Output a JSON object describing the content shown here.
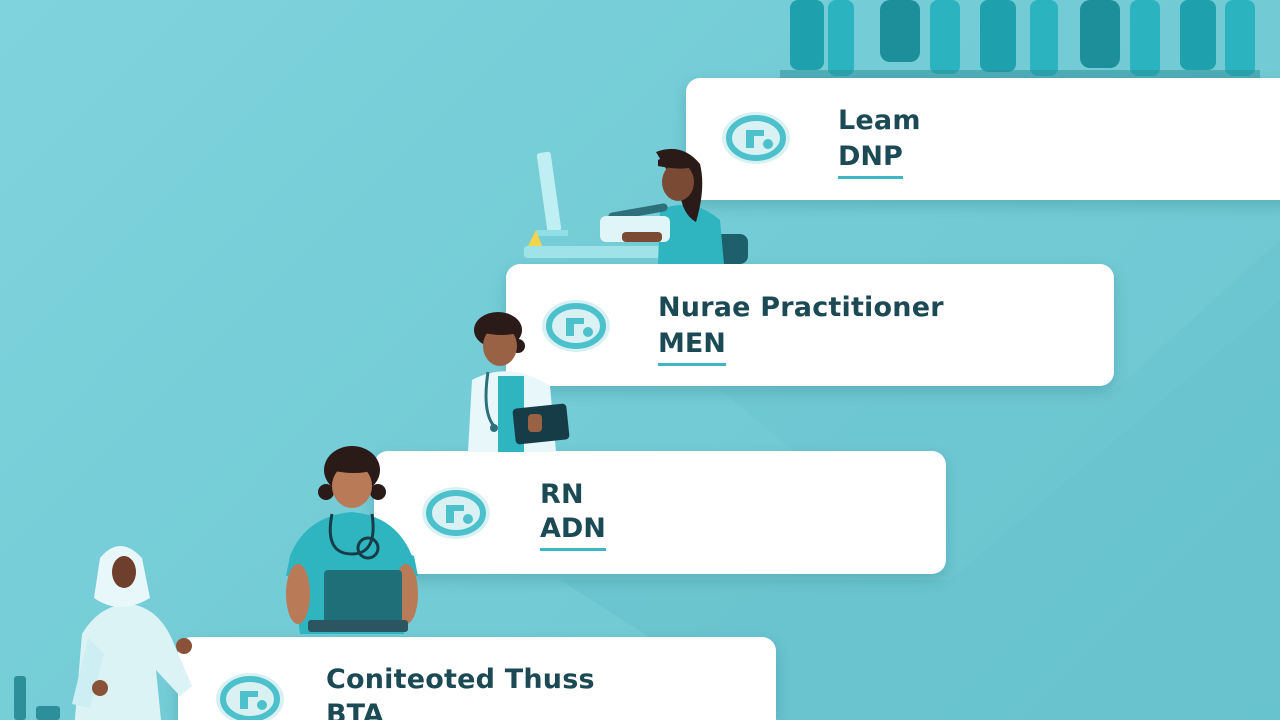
{
  "steps": [
    {
      "title": "Leam",
      "subtitle": "DNP",
      "icon": "graduation-badge-icon"
    },
    {
      "title": "Nurae Practitioner",
      "subtitle": "MEN",
      "icon": "graduation-badge-icon"
    },
    {
      "title": "RN",
      "subtitle": "ADN",
      "icon": "graduation-badge-icon"
    },
    {
      "title": "Coniteoted Thuss",
      "subtitle": "BTA",
      "icon": "graduation-badge-icon"
    }
  ],
  "colors": {
    "background": "#79cfd8",
    "card": "#ffffff",
    "text": "#1b4a55",
    "accent": "#3fb6c4",
    "scrubs": "#2fb5c0"
  }
}
